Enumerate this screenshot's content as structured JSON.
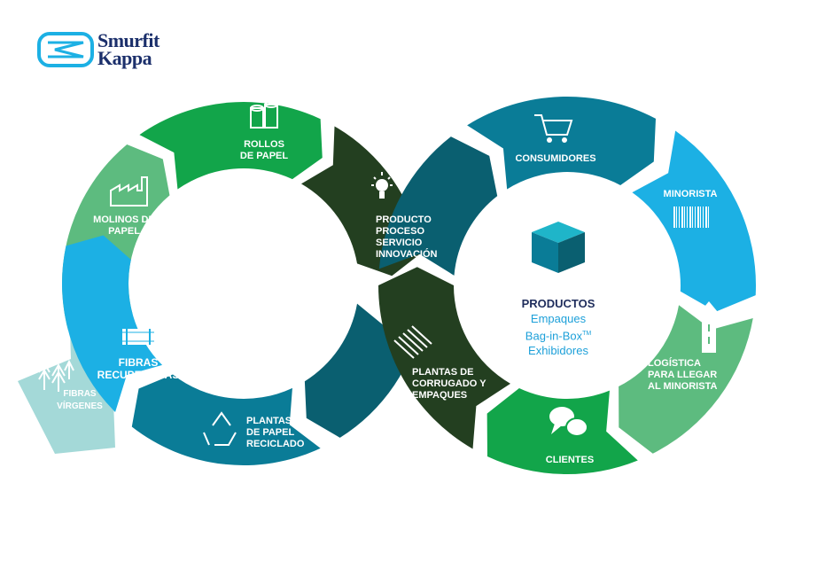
{
  "logo": {
    "line1": "Smurfit",
    "line2": "Kappa"
  },
  "colors": {
    "green": "#12a54a",
    "light_green": "#5dbb7f",
    "sky": "#1cb0e4",
    "blue": "#0b93c8",
    "teal": "#0a7c97",
    "dark_teal": "#0a5f70",
    "dark_green": "#233f20",
    "pale_teal": "#9fd7d6",
    "navy": "#1f2d5c",
    "sub_blue": "#1da0d9"
  },
  "left_cycle": {
    "rollos": {
      "lines": [
        "ROLLOS",
        "DE PAPEL"
      ],
      "icon": "paper-rolls-icon"
    },
    "molinos": {
      "lines": [
        "MOLINOS DE",
        "PAPEL"
      ],
      "icon": "factory-icon"
    },
    "fibras_recuperadas": {
      "lines": [
        "FIBRAS",
        "RECUPERADAS"
      ],
      "icon": "bale-icon"
    },
    "fibras_virgenes": {
      "lines": [
        "FIBRAS",
        "VÍRGENES"
      ],
      "icon": "trees-icon"
    },
    "plantas_reciclado": {
      "lines": [
        "PLANTAS",
        "DE PAPEL",
        "RECICLADO"
      ],
      "icon": "recycle-icon"
    },
    "innovacion": {
      "lines": [
        "PRODUCTO",
        "PROCESO",
        "SERVICIO",
        "INNOVACIÓN"
      ],
      "icon": "lightbulb-icon"
    }
  },
  "right_cycle": {
    "consumidores": {
      "lines": [
        "CONSUMIDORES"
      ],
      "icon": "shopping-cart-icon"
    },
    "minorista": {
      "lines": [
        "MINORISTA"
      ],
      "icon": "barcode-icon"
    },
    "logistica": {
      "lines": [
        "LOGÍSTICA",
        "PARA LLEGAR",
        "AL MINORISTA"
      ],
      "icon": "road-arrow-icon"
    },
    "clientes": {
      "lines": [
        "CLIENTES"
      ],
      "icon": "speech-bubbles-icon"
    },
    "corrugado": {
      "lines": [
        "PLANTAS DE",
        "CORRUGADO Y",
        "EMPAQUES"
      ],
      "icon": "corrugated-sheets-icon"
    }
  },
  "center": {
    "title": "PRODUCTOS",
    "items": [
      "Empaques",
      "Bag-in-Box",
      "Exhibidores"
    ],
    "tm": "TM",
    "icon": "box-icon"
  }
}
